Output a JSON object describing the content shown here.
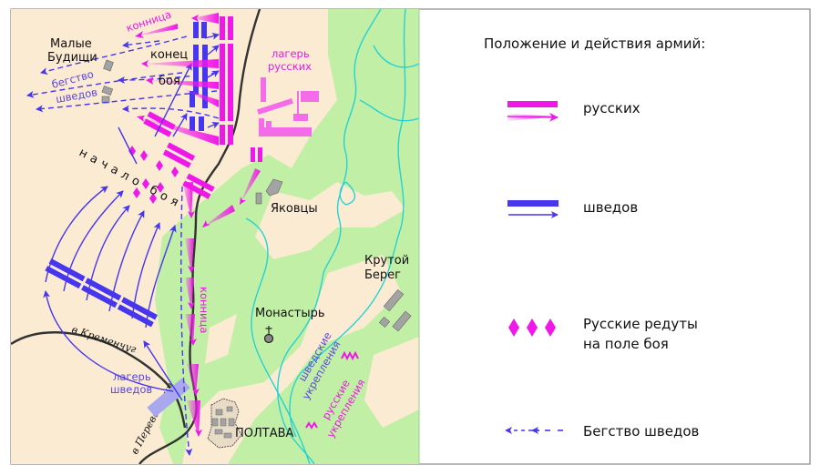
{
  "colors": {
    "russian": "#f018e8",
    "swedish": "#4636ee",
    "terrain": "#fcebd3",
    "forest": "#c2efa6",
    "river": "#25d2d2",
    "building": "#a3a3a3"
  },
  "map": {
    "places": {
      "malye_budishchi": [
        "Малые",
        "Будищи"
      ],
      "yakovtsy": "Яковцы",
      "krutoy_bereg": [
        "Крутой",
        "Берег"
      ],
      "monastyr": "Монастырь",
      "poltava": "ПОЛТАВА"
    },
    "labels": {
      "cavalry_top": "конница",
      "end_of_battle": [
        "конец",
        "боя"
      ],
      "flight": [
        "бегство",
        "шведов"
      ],
      "russian_camp": [
        "лагерь",
        "русских"
      ],
      "start_of_battle": "начало боя",
      "cavalry_side": "конница",
      "swedish_camp": [
        "лагерь",
        "шведов"
      ],
      "swedish_fort": [
        "шведские",
        "укрепления"
      ],
      "russian_fort": [
        "русские",
        "укрепления"
      ]
    },
    "roads": {
      "kremenchug": "в Кременчуг",
      "perevolochna": "в Переволочну"
    }
  },
  "legend": {
    "title": "Положение и действия армий:",
    "items": [
      {
        "icon": "russian-units-icon",
        "label": "русских"
      },
      {
        "icon": "swedish-units-icon",
        "label": "шведов"
      },
      {
        "icon": "redoubts-icon",
        "label": [
          "Русские редуты",
          "на поле боя"
        ]
      },
      {
        "icon": "dashed-arrow-icon",
        "label": "Бегство шведов"
      }
    ]
  }
}
